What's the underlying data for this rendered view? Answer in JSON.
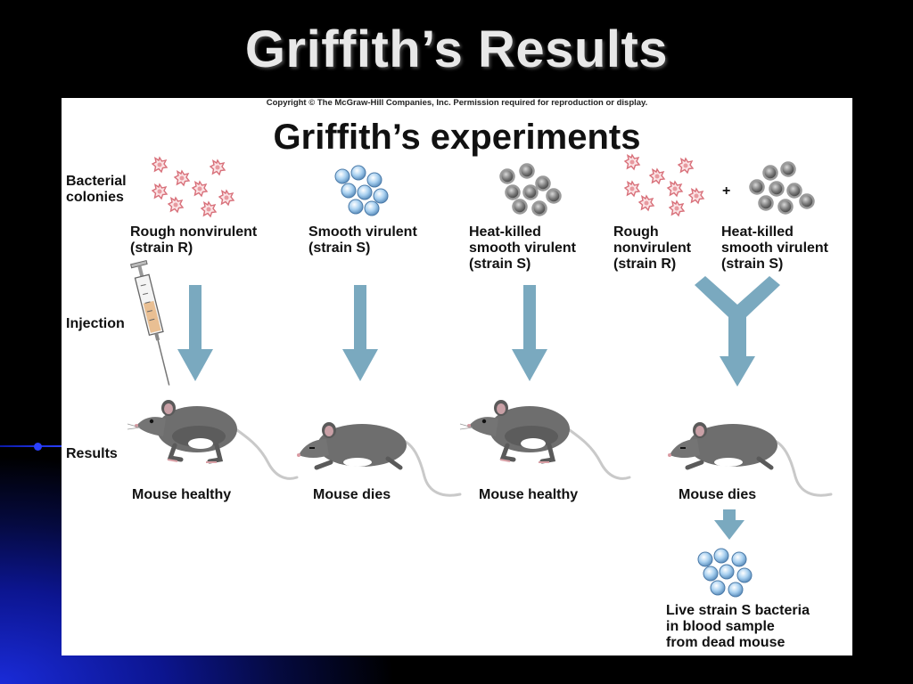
{
  "slide": {
    "title": "Griffith’s Results"
  },
  "figure": {
    "copyright": "Copyright © The McGraw-Hill Companies, Inc. Permission required for reproduction or display.",
    "title": "Griffith’s experiments",
    "row_labels": {
      "colonies": "Bacterial\ncolonies",
      "injection": "Injection",
      "results": "Results"
    },
    "columns": [
      {
        "strain": "Rough nonvirulent\n(strain R)",
        "result": "Mouse healthy"
      },
      {
        "strain": "Smooth virulent\n(strain S)",
        "result": "Mouse dies"
      },
      {
        "strain": "Heat-killed\nsmooth virulent\n(strain S)",
        "result": "Mouse healthy"
      },
      {
        "strain": "Rough\nnonvirulent\n(strain R)",
        "strain_b": "Heat-killed\nsmooth virulent\n(strain S)",
        "plus": "+",
        "result": "Mouse dies"
      }
    ],
    "final_note": "Live strain S bacteria\nin blood sample\nfrom dead mouse",
    "colors": {
      "arrow": "#7aa9bf",
      "rough": "#e89aa0",
      "smooth": "#8fbfe6",
      "heat_killed": "#8a8a8a",
      "mouse": "#6e6e6e"
    }
  }
}
